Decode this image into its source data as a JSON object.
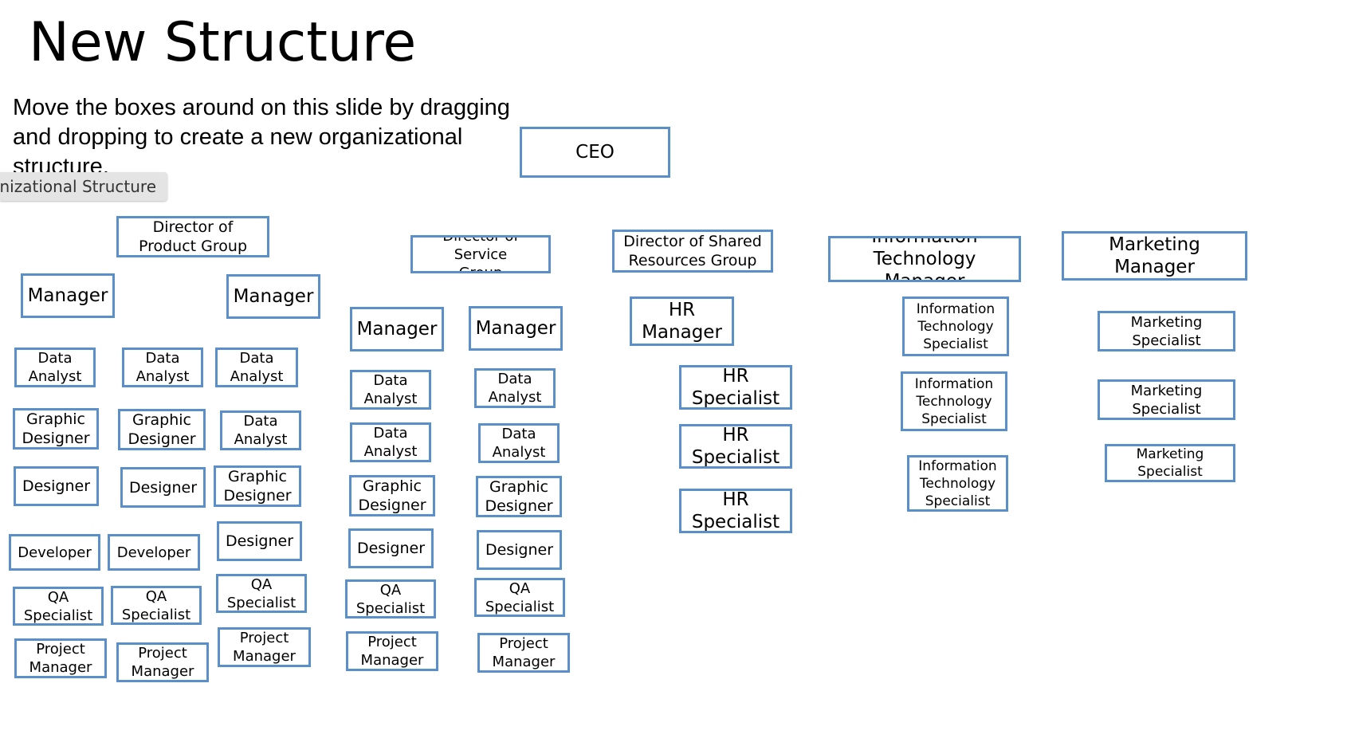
{
  "slide": {
    "title": "New Structure",
    "instructions": "Move the boxes around on this slide by dragging and dropping to create a new organizational structure.",
    "tooltip": "anizational Structure"
  },
  "org_boxes": {
    "ceo": "CEO",
    "director_product_group": "Director of\nProduct Group",
    "director_service_group": "Director of Service\nGroup",
    "director_shared_resources": "Director of Shared\nResources Group",
    "it_manager": "Information\nTechnology Manager",
    "marketing_manager": "Marketing\nManager",
    "manager": "Manager",
    "hr_manager": "HR\nManager",
    "data_analyst": "Data\nAnalyst",
    "graphic_designer": "Graphic\nDesigner",
    "designer": "Designer",
    "developer": "Developer",
    "qa_specialist": "QA\nSpecialist",
    "project_manager": "Project\nManager",
    "hr_specialist": "HR\nSpecialist",
    "it_specialist": "Information\nTechnology\nSpecialist",
    "marketing_specialist": "Marketing\nSpecialist"
  },
  "colors": {
    "box_border": "#5b8fca",
    "tooltip_bg": "#e4e4e4"
  }
}
